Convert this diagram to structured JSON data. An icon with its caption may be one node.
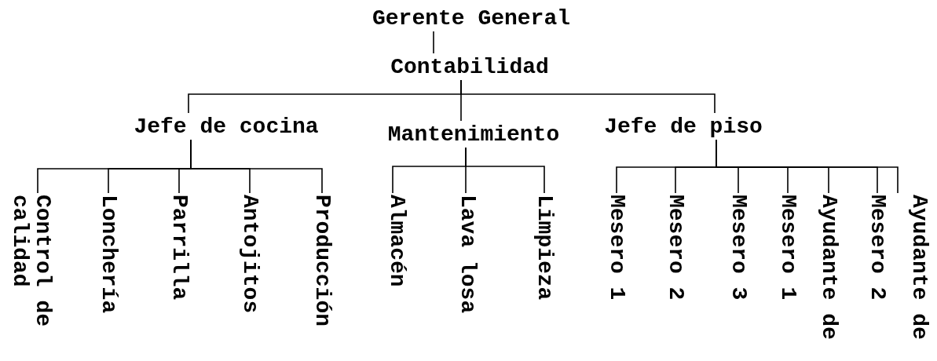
{
  "diagram": {
    "nodes": [
      {
        "text": [
          "Gerente General"
        ]
      },
      {
        "text": [
          "Contabilidad"
        ]
      },
      {
        "text": [
          "Jefe de cocina"
        ]
      },
      {
        "text": [
          "Mantenimiento"
        ]
      },
      {
        "text": [
          "Jefe de piso"
        ]
      },
      {
        "text": [
          "Control de calidad"
        ]
      },
      {
        "text": [
          "Lonchería"
        ]
      },
      {
        "text": [
          "Parrilla"
        ]
      },
      {
        "text": [
          "Antojitos"
        ]
      },
      {
        "text": [
          "Producción"
        ]
      },
      {
        "text": [
          "Almacén"
        ]
      },
      {
        "text": [
          "Lava losa"
        ]
      },
      {
        "text": [
          "Limpieza"
        ]
      },
      {
        "text": [
          "Mesero 1"
        ]
      },
      {
        "text": [
          "Mesero 2"
        ]
      },
      {
        "text": [
          "Mesero 3"
        ]
      },
      {
        "text": [
          "Mesero 1"
        ]
      },
      {
        "text": [
          "Ayudante de"
        ]
      },
      {
        "text": [
          "Mesero 2"
        ]
      },
      {
        "text": [
          "Ayudante de"
        ]
      }
    ],
    "edges": [
      {
        "from": 0,
        "to": 1,
        "arrow": "none"
      },
      {
        "from": 1,
        "to": 2,
        "arrow": "none"
      },
      {
        "from": 1,
        "to": 3,
        "arrow": "none"
      },
      {
        "from": 1,
        "to": 4,
        "arrow": "none"
      },
      {
        "from": 2,
        "to": 5,
        "arrow": "none"
      },
      {
        "from": 2,
        "to": 6,
        "arrow": "none"
      },
      {
        "from": 2,
        "to": 7,
        "arrow": "none"
      },
      {
        "from": 2,
        "to": 8,
        "arrow": "none"
      },
      {
        "from": 2,
        "to": 9,
        "arrow": "none"
      },
      {
        "from": 3,
        "to": 10,
        "arrow": "none"
      },
      {
        "from": 3,
        "to": 11,
        "arrow": "none"
      },
      {
        "from": 3,
        "to": 12,
        "arrow": "none"
      },
      {
        "from": 4,
        "to": 13,
        "arrow": "none"
      },
      {
        "from": 4,
        "to": 14,
        "arrow": "none"
      },
      {
        "from": 4,
        "to": 15,
        "arrow": "none"
      },
      {
        "from": 4,
        "to": 16,
        "arrow": "none"
      },
      {
        "from": 4,
        "to": 17,
        "arrow": "none"
      },
      {
        "from": 4,
        "to": 18,
        "arrow": "none"
      },
      {
        "from": 4,
        "to": 19,
        "arrow": "none"
      }
    ]
  }
}
